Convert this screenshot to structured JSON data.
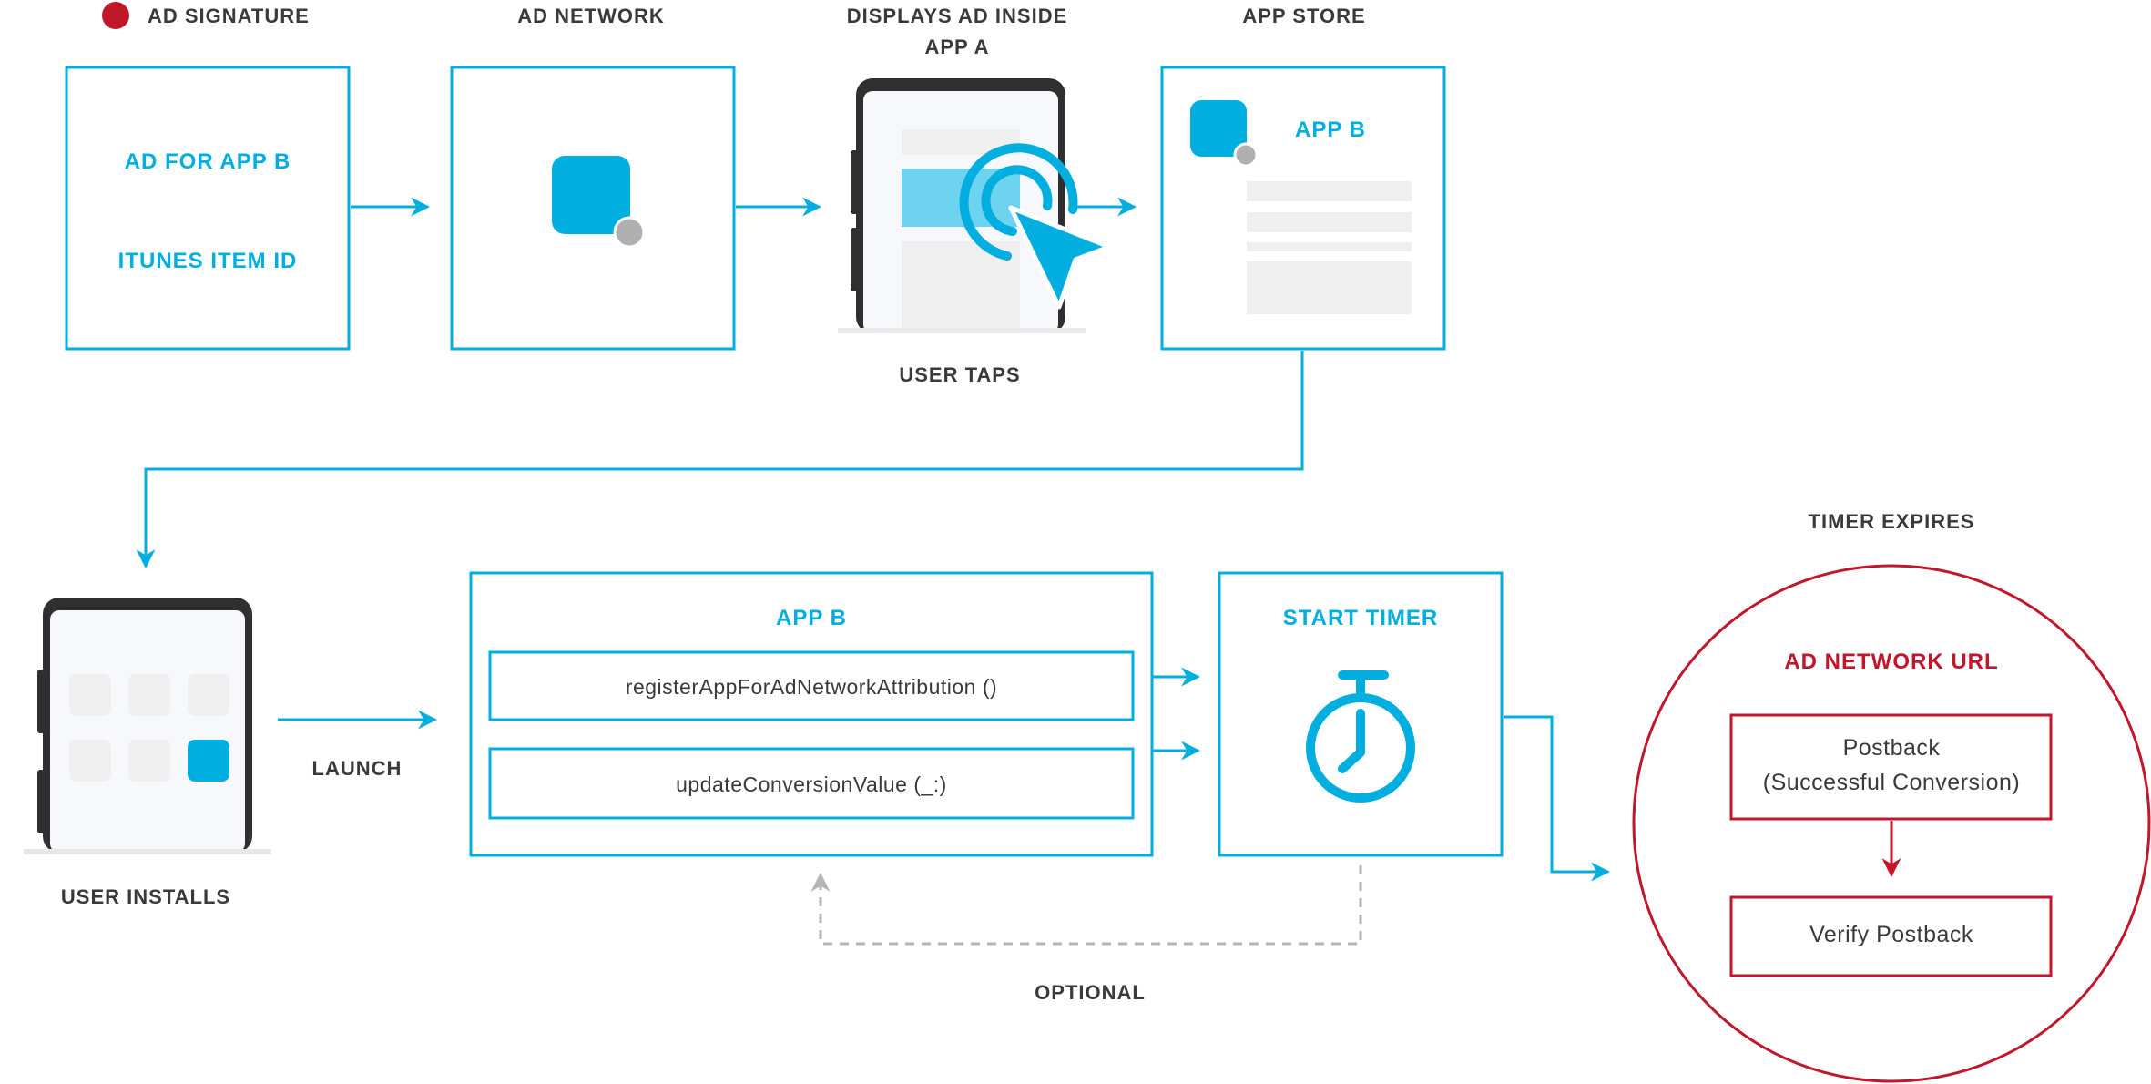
{
  "labels": {
    "ad_signature": "AD SIGNATURE",
    "ad_network": "AD NETWORK",
    "displays_ad_line1": "DISPLAYS AD INSIDE",
    "displays_ad_line2": "APP A",
    "app_store": "APP STORE",
    "user_taps": "USER TAPS",
    "launch": "LAUNCH",
    "user_installs": "USER INSTALLS",
    "timer_expires": "TIMER EXPIRES",
    "optional": "OPTIONAL"
  },
  "ad_box": {
    "line1": "AD FOR APP B",
    "line2": "ITUNES ITEM ID"
  },
  "app_store_box": {
    "title": "APP B"
  },
  "app_b_box": {
    "title": "APP B",
    "method1": "registerAppForAdNetworkAttribution ()",
    "method2": "updateConversionValue (_:)"
  },
  "timer_box": {
    "title": "START TIMER"
  },
  "ad_network_url": {
    "title": "AD NETWORK URL",
    "postback_line1": "Postback",
    "postback_line2": "(Successful Conversion)",
    "verify": "Verify Postback"
  },
  "colors": {
    "blue": "#00AEDF",
    "light_blue": "#6ED3EF",
    "red": "#C0172B",
    "gray_text": "#3A3A3A",
    "phone_dark": "#2F2F2F",
    "screen_bg": "#F7F8FC",
    "placeholder": "#EFEFEF",
    "dash_gray": "#B5B5B5",
    "dot_gray": "#B0B0B0"
  }
}
